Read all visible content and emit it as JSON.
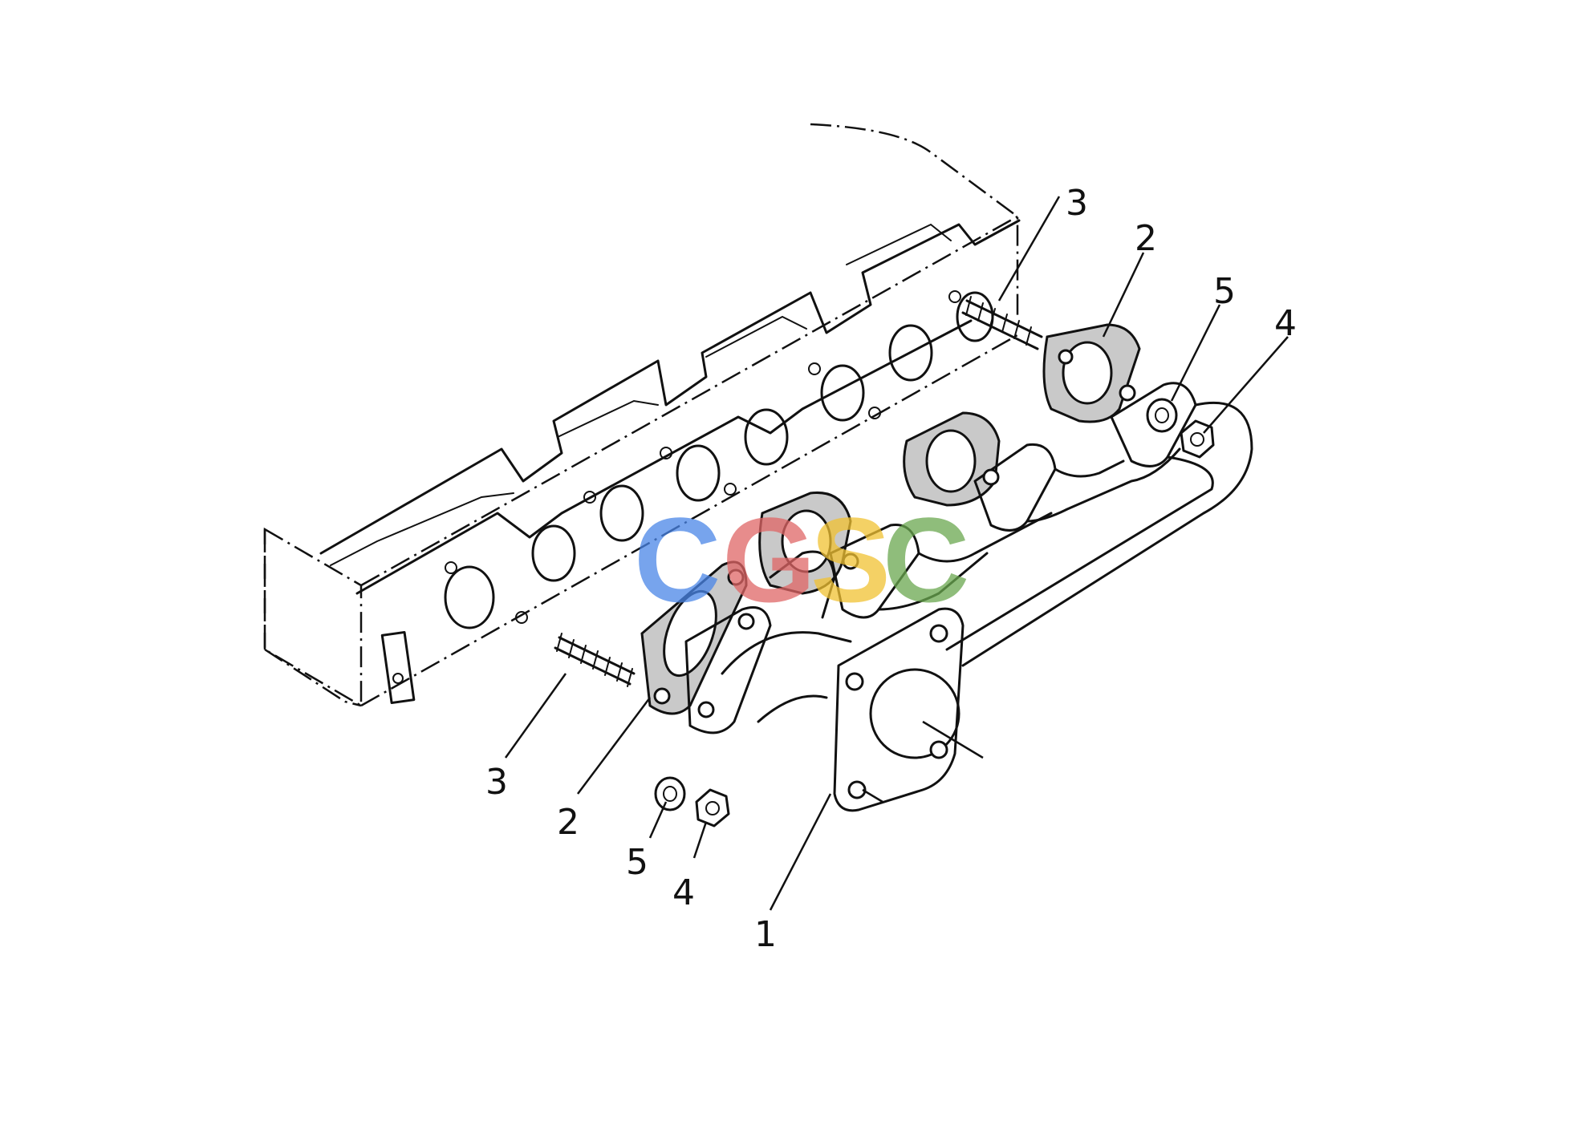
{
  "diagram": {
    "callouts": [
      {
        "id": "c1",
        "label": "1"
      },
      {
        "id": "c2a",
        "label": "2"
      },
      {
        "id": "c2b",
        "label": "2"
      },
      {
        "id": "c3a",
        "label": "3"
      },
      {
        "id": "c3b",
        "label": "3"
      },
      {
        "id": "c4a",
        "label": "4"
      },
      {
        "id": "c4b",
        "label": "4"
      },
      {
        "id": "c5a",
        "label": "5"
      },
      {
        "id": "c5b",
        "label": "5"
      }
    ]
  },
  "watermark": {
    "letters": [
      "C",
      "G",
      "S",
      "C"
    ],
    "colors": [
      "#4a86e8",
      "#e06666",
      "#f1c232",
      "#6aa84f"
    ]
  }
}
